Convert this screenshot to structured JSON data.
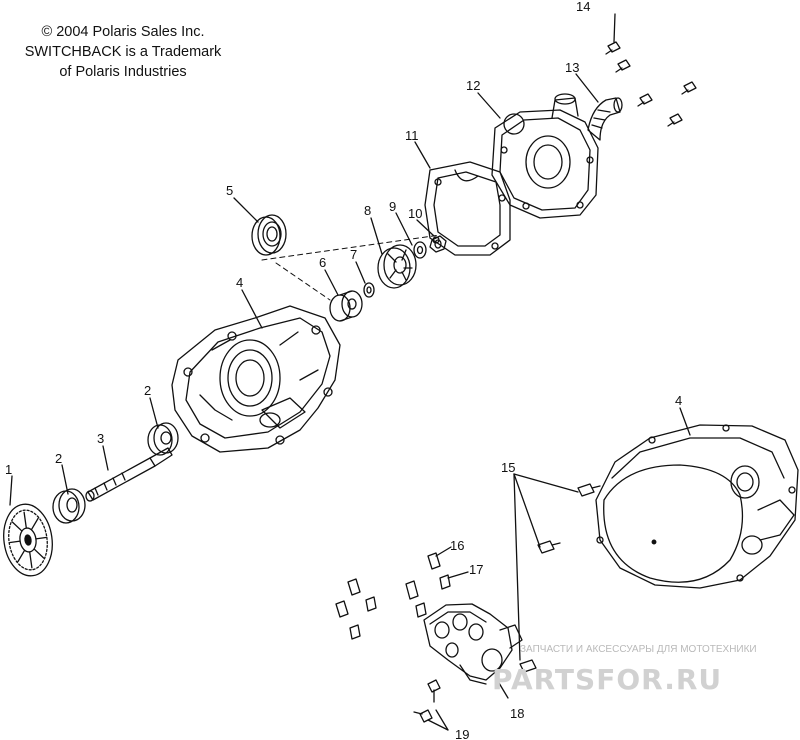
{
  "notice": {
    "line1": "© 2004 Polaris Sales Inc.",
    "line2": "SWITCHBACK is a Trademark",
    "line3": "of Polaris Industries"
  },
  "callouts": [
    "1",
    "2",
    "3",
    "2",
    "4",
    "5",
    "6",
    "7",
    "8",
    "9",
    "10",
    "11",
    "12",
    "13",
    "14",
    "4",
    "15",
    "16",
    "17",
    "18",
    "19"
  ],
  "watermark": {
    "subtitle": "ЗАПЧАСТИ И АКСЕССУАРЫ ДЛЯ МОТОТЕХНИКИ",
    "brand": "PARTSFOR.RU"
  }
}
